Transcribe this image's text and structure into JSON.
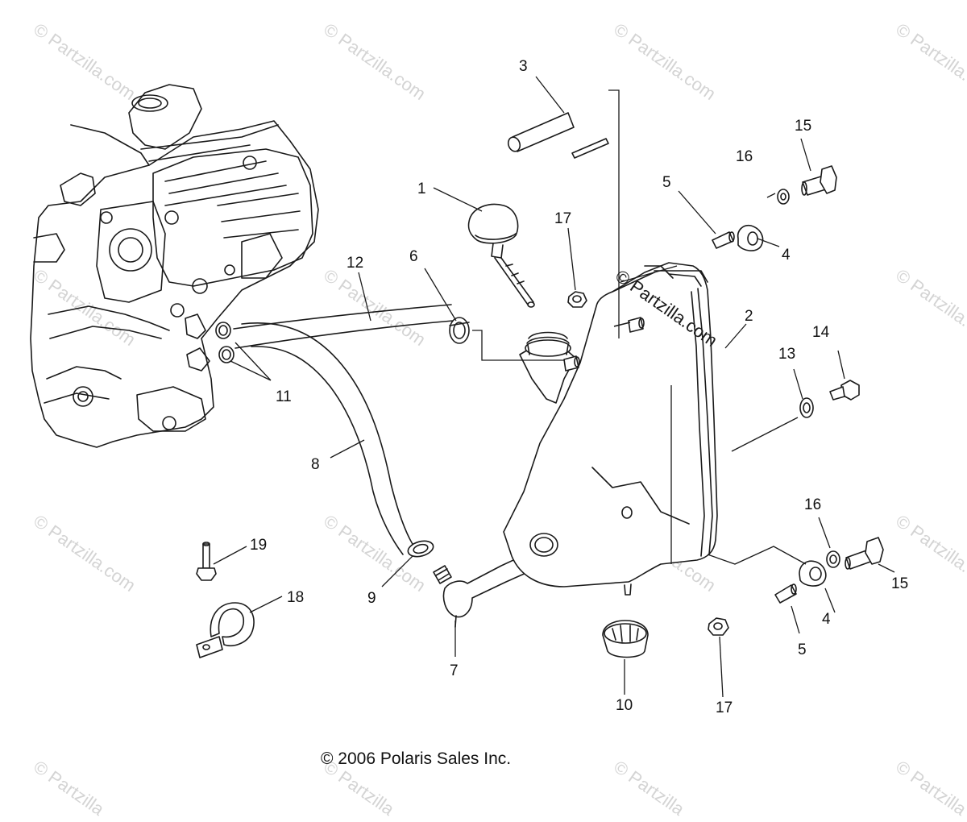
{
  "diagram": {
    "copyright": "© 2006 Polaris Sales Inc.",
    "watermark_text": "© Partzilla.com",
    "watermark_short": "© Partzilla",
    "callouts": [
      "1",
      "2",
      "3",
      "4",
      "4",
      "5",
      "5",
      "6",
      "7",
      "8",
      "9",
      "10",
      "11",
      "12",
      "13",
      "14",
      "15",
      "15",
      "16",
      "16",
      "17",
      "17",
      "18",
      "19"
    ]
  }
}
